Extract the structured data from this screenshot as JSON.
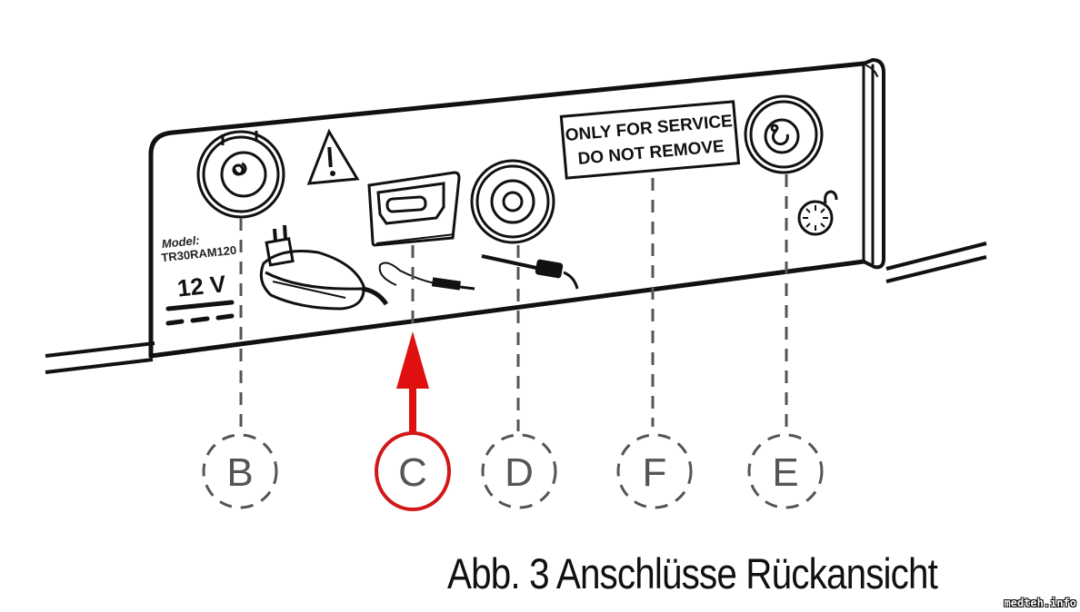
{
  "figure": {
    "caption": "Abb. 3 Anschlüsse Rückansicht",
    "watermark": "medteh.info"
  },
  "panel": {
    "model_label": "Model:",
    "model_number": "TR30RAM120",
    "voltage": "12 V",
    "service_label_line1": "ONLY FOR SERVICE",
    "service_label_line2": "DO NOT REMOVE"
  },
  "connectors": [
    {
      "id": "B",
      "label": "B",
      "icon": "power-socket-icon",
      "highlighted": false
    },
    {
      "id": "C",
      "label": "C",
      "icon": "mini-usb-port-icon",
      "highlighted": true
    },
    {
      "id": "D",
      "label": "D",
      "icon": "audio-jack-socket-icon",
      "highlighted": false
    },
    {
      "id": "F",
      "label": "F",
      "icon": "service-label-icon",
      "highlighted": false
    },
    {
      "id": "E",
      "label": "E",
      "icon": "antenna-socket-icon",
      "highlighted": false
    }
  ],
  "colors": {
    "highlight": "#e01010",
    "callout_gray": "#555555",
    "line": "#111111"
  }
}
